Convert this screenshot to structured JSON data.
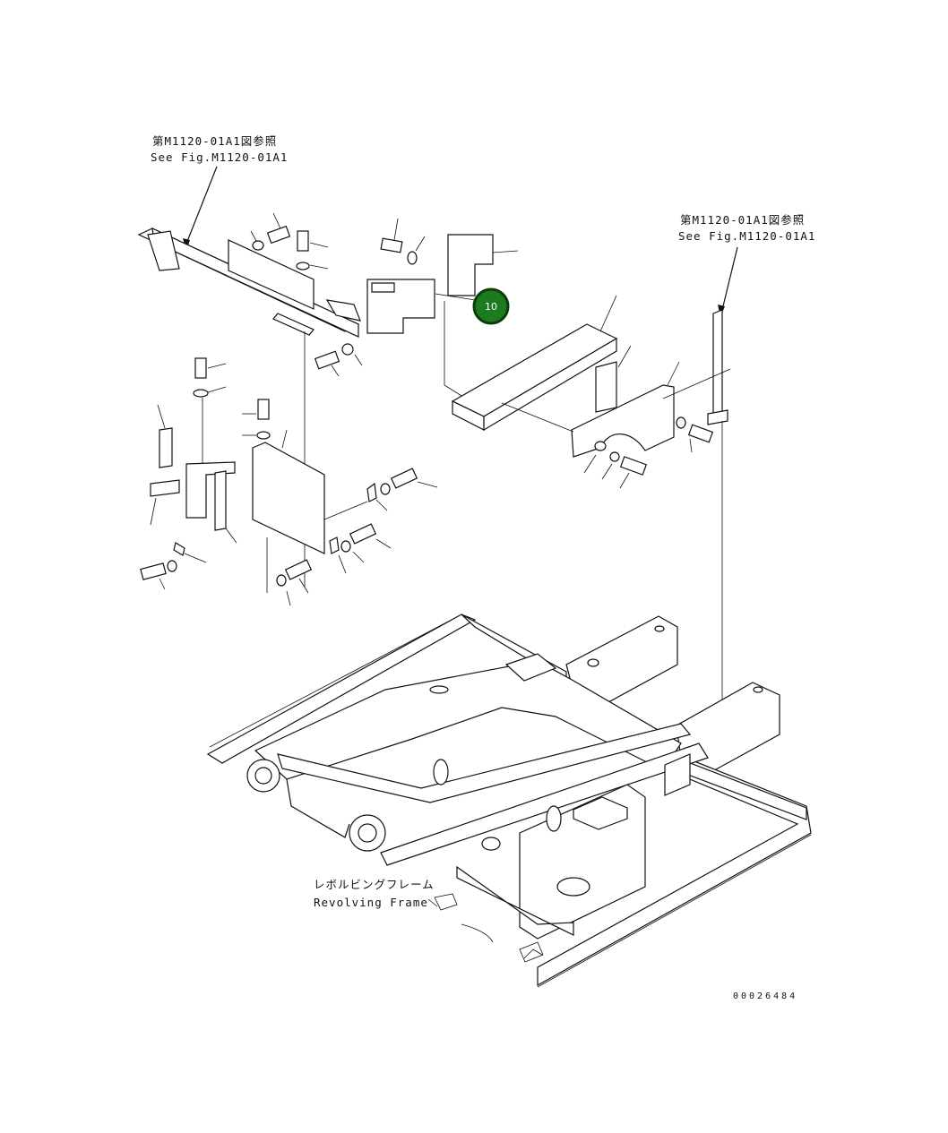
{
  "references": [
    {
      "jp": "第M1120-01A1図参照",
      "en": "See Fig.M1120-01A1"
    },
    {
      "jp": "第M1120-01A1図参照",
      "en": "See Fig.M1120-01A1"
    }
  ],
  "frame_label": {
    "jp": "レボルビングフレーム",
    "en": "Revolving Frame"
  },
  "callout": {
    "number": "10",
    "color": "#1e7a1e"
  },
  "drawing_number": "00026484"
}
